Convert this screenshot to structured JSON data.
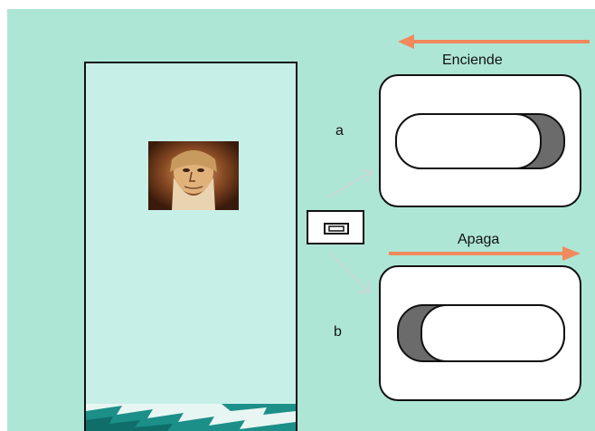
{
  "labels": {
    "enciende": "Enciende",
    "apaga": "Apaga",
    "a": "a",
    "b": "b"
  },
  "colors": {
    "background": "#aee6d6",
    "door": "#c6efe7",
    "arrow": "#f08a5d",
    "pointer_arrow": "#c8d8d4",
    "switch_shade": "#6b6b6b",
    "water_dark": "#1c8f89"
  },
  "icons": {
    "portrait": "leonardo-portrait-icon",
    "switch": "light-switch-icon"
  }
}
